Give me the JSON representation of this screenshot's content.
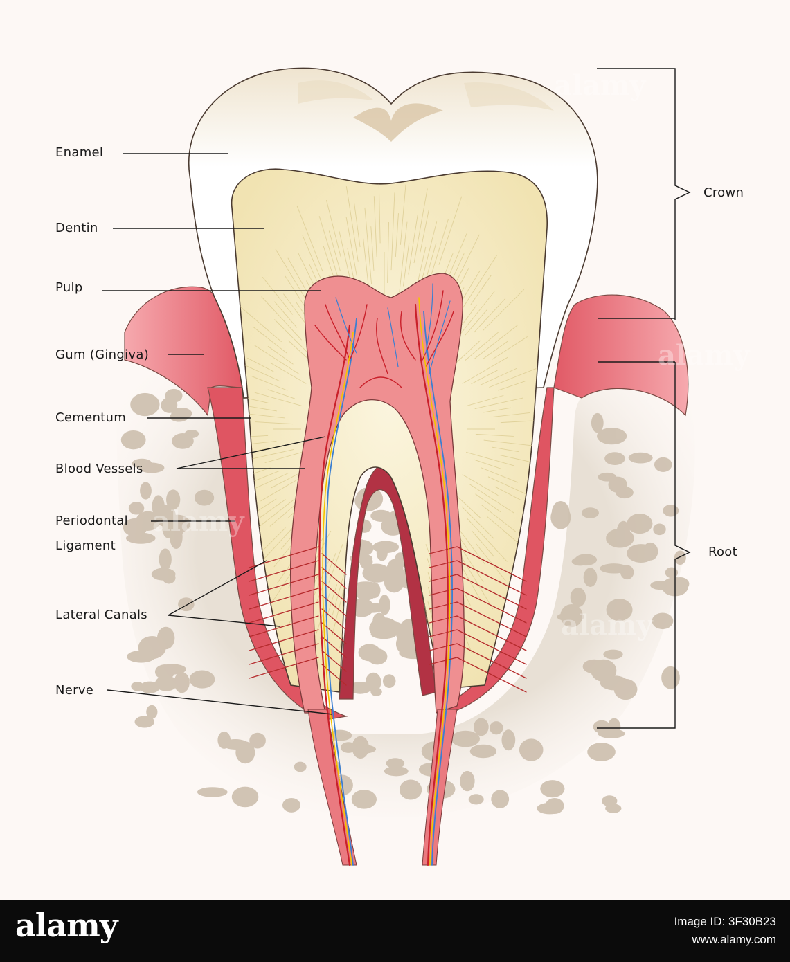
{
  "labels": {
    "enamel": "Enamel",
    "dentin": "Dentin",
    "pulp": "Pulp",
    "gum": "Gum (Gingiva)",
    "cementum": "Cementum",
    "blood_vessels": "Blood Vessels",
    "periodontal_1": "Periodontal",
    "periodontal_2": "Ligament",
    "lateral_canals": "Lateral Canals",
    "nerve": "Nerve",
    "crown": "Crown",
    "root": "Root"
  },
  "watermark": "alamy",
  "footer": {
    "brand": "alamy",
    "image_id": "Image ID: 3F30B23",
    "url": "www.alamy.com"
  },
  "colors": {
    "background": "#fdf8f5",
    "enamel": "#ffffff",
    "dentin": "#f6ecc4",
    "pulp": "#ee8f8f",
    "gum": "#e2616c",
    "bone": "#e7dfd4",
    "bone_spots": "#cfc3b4",
    "vessel_red": "#c9202a",
    "vessel_blue": "#3b7fd1",
    "nerve_yellow": "#f5c400",
    "footer": "#0b0b0b"
  }
}
